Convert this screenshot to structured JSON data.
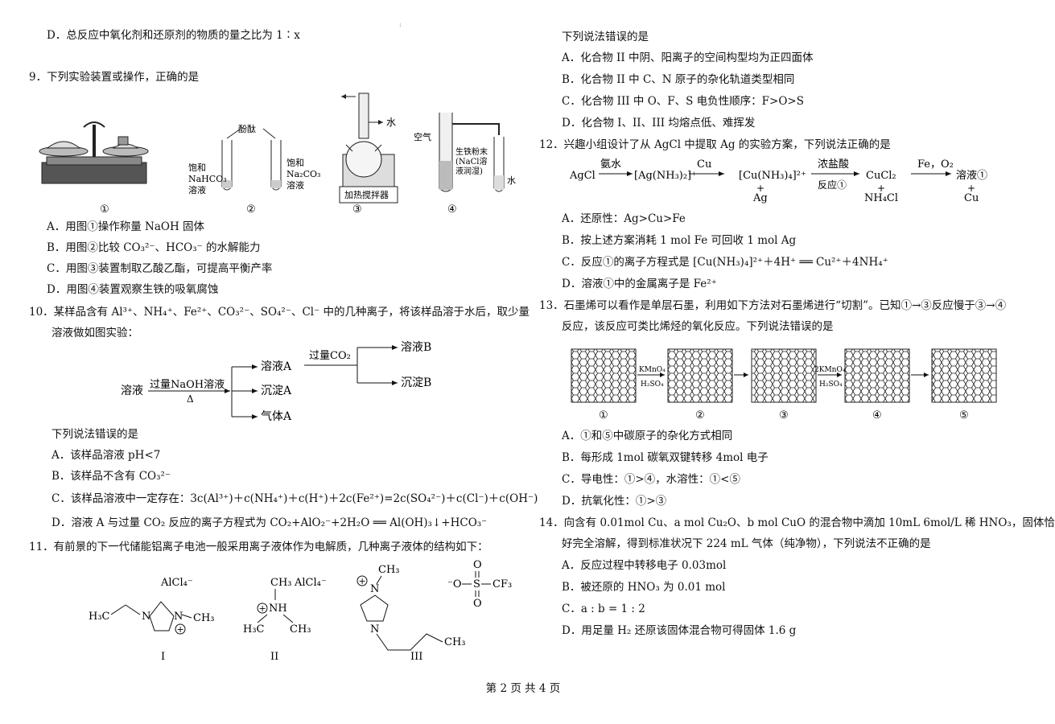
{
  "page": {
    "top_mark": ":",
    "footer": "第 2 页  共 4 页"
  },
  "q8": {
    "opt_d": "D．总反应中氧化剂和还原剂的物质的量之比为 1∶x"
  },
  "q9": {
    "stem": "9．下列实验装置或操作，正确的是",
    "fig_labels": {
      "phenol": "酚酞",
      "nahco3": [
        "饱和",
        "NaHCO₃",
        "溶液"
      ],
      "na2co3": [
        "饱和",
        "Na₂CO₃",
        "溶液"
      ],
      "water": "水",
      "stirrer": "加热搅拌器",
      "air": "空气",
      "iron": [
        "生铁粉末",
        "(NaCl溶",
        "液润湿)"
      ],
      "water2": "水",
      "nums": [
        "①",
        "②",
        "③",
        "④"
      ]
    },
    "options": [
      "A．用图①操作称量 NaOH 固体",
      "B．用图②比较 CO₃²⁻、HCO₃⁻ 的水解能力",
      "C．用图③装置制取乙酸乙酯，可提高平衡产率",
      "D．用图④装置观察生铁的吸氧腐蚀"
    ]
  },
  "q10": {
    "stem1": "10．某样品含有 Al³⁺、NH₄⁺、Fe²⁺、CO₃²⁻、SO₄²⁻、Cl⁻ 中的几种离子，将该样品溶于水后，取少量",
    "stem2": "溶液做如图实验：",
    "flow": {
      "start": "溶液",
      "reagent": "过量NaOH溶液",
      "cond": "Δ",
      "sol_a": "溶液A",
      "ppt_a": "沉淀A",
      "gas_a": "气体A",
      "reagent2": "过量CO₂",
      "sol_b": "溶液B",
      "ppt_b": "沉淀B"
    },
    "ask": "下列说法错误的是",
    "options": [
      "A．该样品溶液 pH<7",
      "B．该样品不含有 CO₃²⁻",
      "C．该样品溶液中一定存在：3c(Al³⁺)＋c(NH₄⁺)＋c(H⁺)＋2c(Fe²⁺)=2c(SO₄²⁻)＋c(Cl⁻)＋c(OH⁻)",
      "D．溶液 A 与过量 CO₂ 反应的离子方程式为 CO₂+AlO₂⁻+2H₂O ══ Al(OH)₃↓+HCO₃⁻"
    ]
  },
  "q11": {
    "stem": "11．有前景的下一代储能铝离子电池一般采用离子液体作为电解质，几种离子液体的结构如下：",
    "labels": [
      "I",
      "II",
      "III"
    ],
    "struct_text": {
      "alcl4": "AlCl₄⁻",
      "h3c": "H₃C",
      "ch3": "CH₃",
      "nh": "NH",
      "n": "N",
      "cf3": "CF₃",
      "o": "O",
      "s": "S",
      "ominus": "⁻O"
    },
    "ask": "下列说法错误的是",
    "options": [
      "A．化合物 II 中阴、阳离子的空间构型均为正四面体",
      "B．化合物 II 中 C、N 原子的杂化轨道类型相同",
      "C．化合物 III 中 O、F、S 电负性顺序：F>O>S",
      "D．化合物 I、II、III 均熔点低、难挥发"
    ]
  },
  "q12": {
    "stem": "12．兴趣小组设计了从 AgCl 中提取 Ag 的实验方案，下列说法正确的是",
    "scheme": {
      "agcl": "AgCl",
      "r1": "氨水",
      "p1": "[Ag(NH₃)₂]⁺",
      "r2": "Cu",
      "p2": "[Cu(NH₃)₄]²⁺",
      "p2b": "Ag",
      "r3": "浓盐酸",
      "r3b": "反应①",
      "p3": "CuCl₂",
      "p3b": "NH₄Cl",
      "r4": "Fe，O₂",
      "p4": "溶液①",
      "p4b": "Cu",
      "plus": "+"
    },
    "options": [
      "A．还原性：Ag>Cu>Fe",
      "B．按上述方案消耗 1 mol Fe 可回收 1 mol Ag",
      "C．反应①的离子方程式是 [Cu(NH₃)₄]²⁺＋4H⁺ ══ Cu²⁺＋4NH₄⁺",
      "D．溶液①中的金属离子是 Fe²⁺"
    ]
  },
  "q13": {
    "stem1": "13．石墨烯可以看作是单层石墨，利用如下方法对石墨烯进行“切割”。已知①→③反应慢于③→④",
    "stem2": "反应，该反应可类比烯烃的氧化反应。下列说法错误的是",
    "arrows": [
      "KMnO₄",
      "H₂SO₄",
      "2KMnO₄",
      "H₂SO₄"
    ],
    "nums": [
      "①",
      "②",
      "③",
      "④",
      "⑤"
    ],
    "options": [
      "A．①和⑤中碳原子的杂化方式相同",
      "B．每形成 1mol 碳氧双键转移 4mol 电子",
      "C．导电性：①>④，水溶性：①<⑤",
      "D．抗氧化性：①>③"
    ]
  },
  "q14": {
    "stem1": "14．向含有 0.01mol Cu、a mol Cu₂O、b mol CuO 的混合物中滴加 10mL 6mol/L 稀 HNO₃，固体恰",
    "stem2": "好完全溶解，得到标准状况下 224 mL 气体（纯净物），下列说法不正确的是",
    "options": [
      "A．反应过程中转移电子 0.03mol",
      "B．被还原的 HNO₃ 为 0.01 mol",
      "C．a : b = 1 : 2",
      "D．用足量 H₂ 还原该固体混合物可得固体 1.6 g"
    ]
  },
  "right_header": "下列说法错误的是"
}
